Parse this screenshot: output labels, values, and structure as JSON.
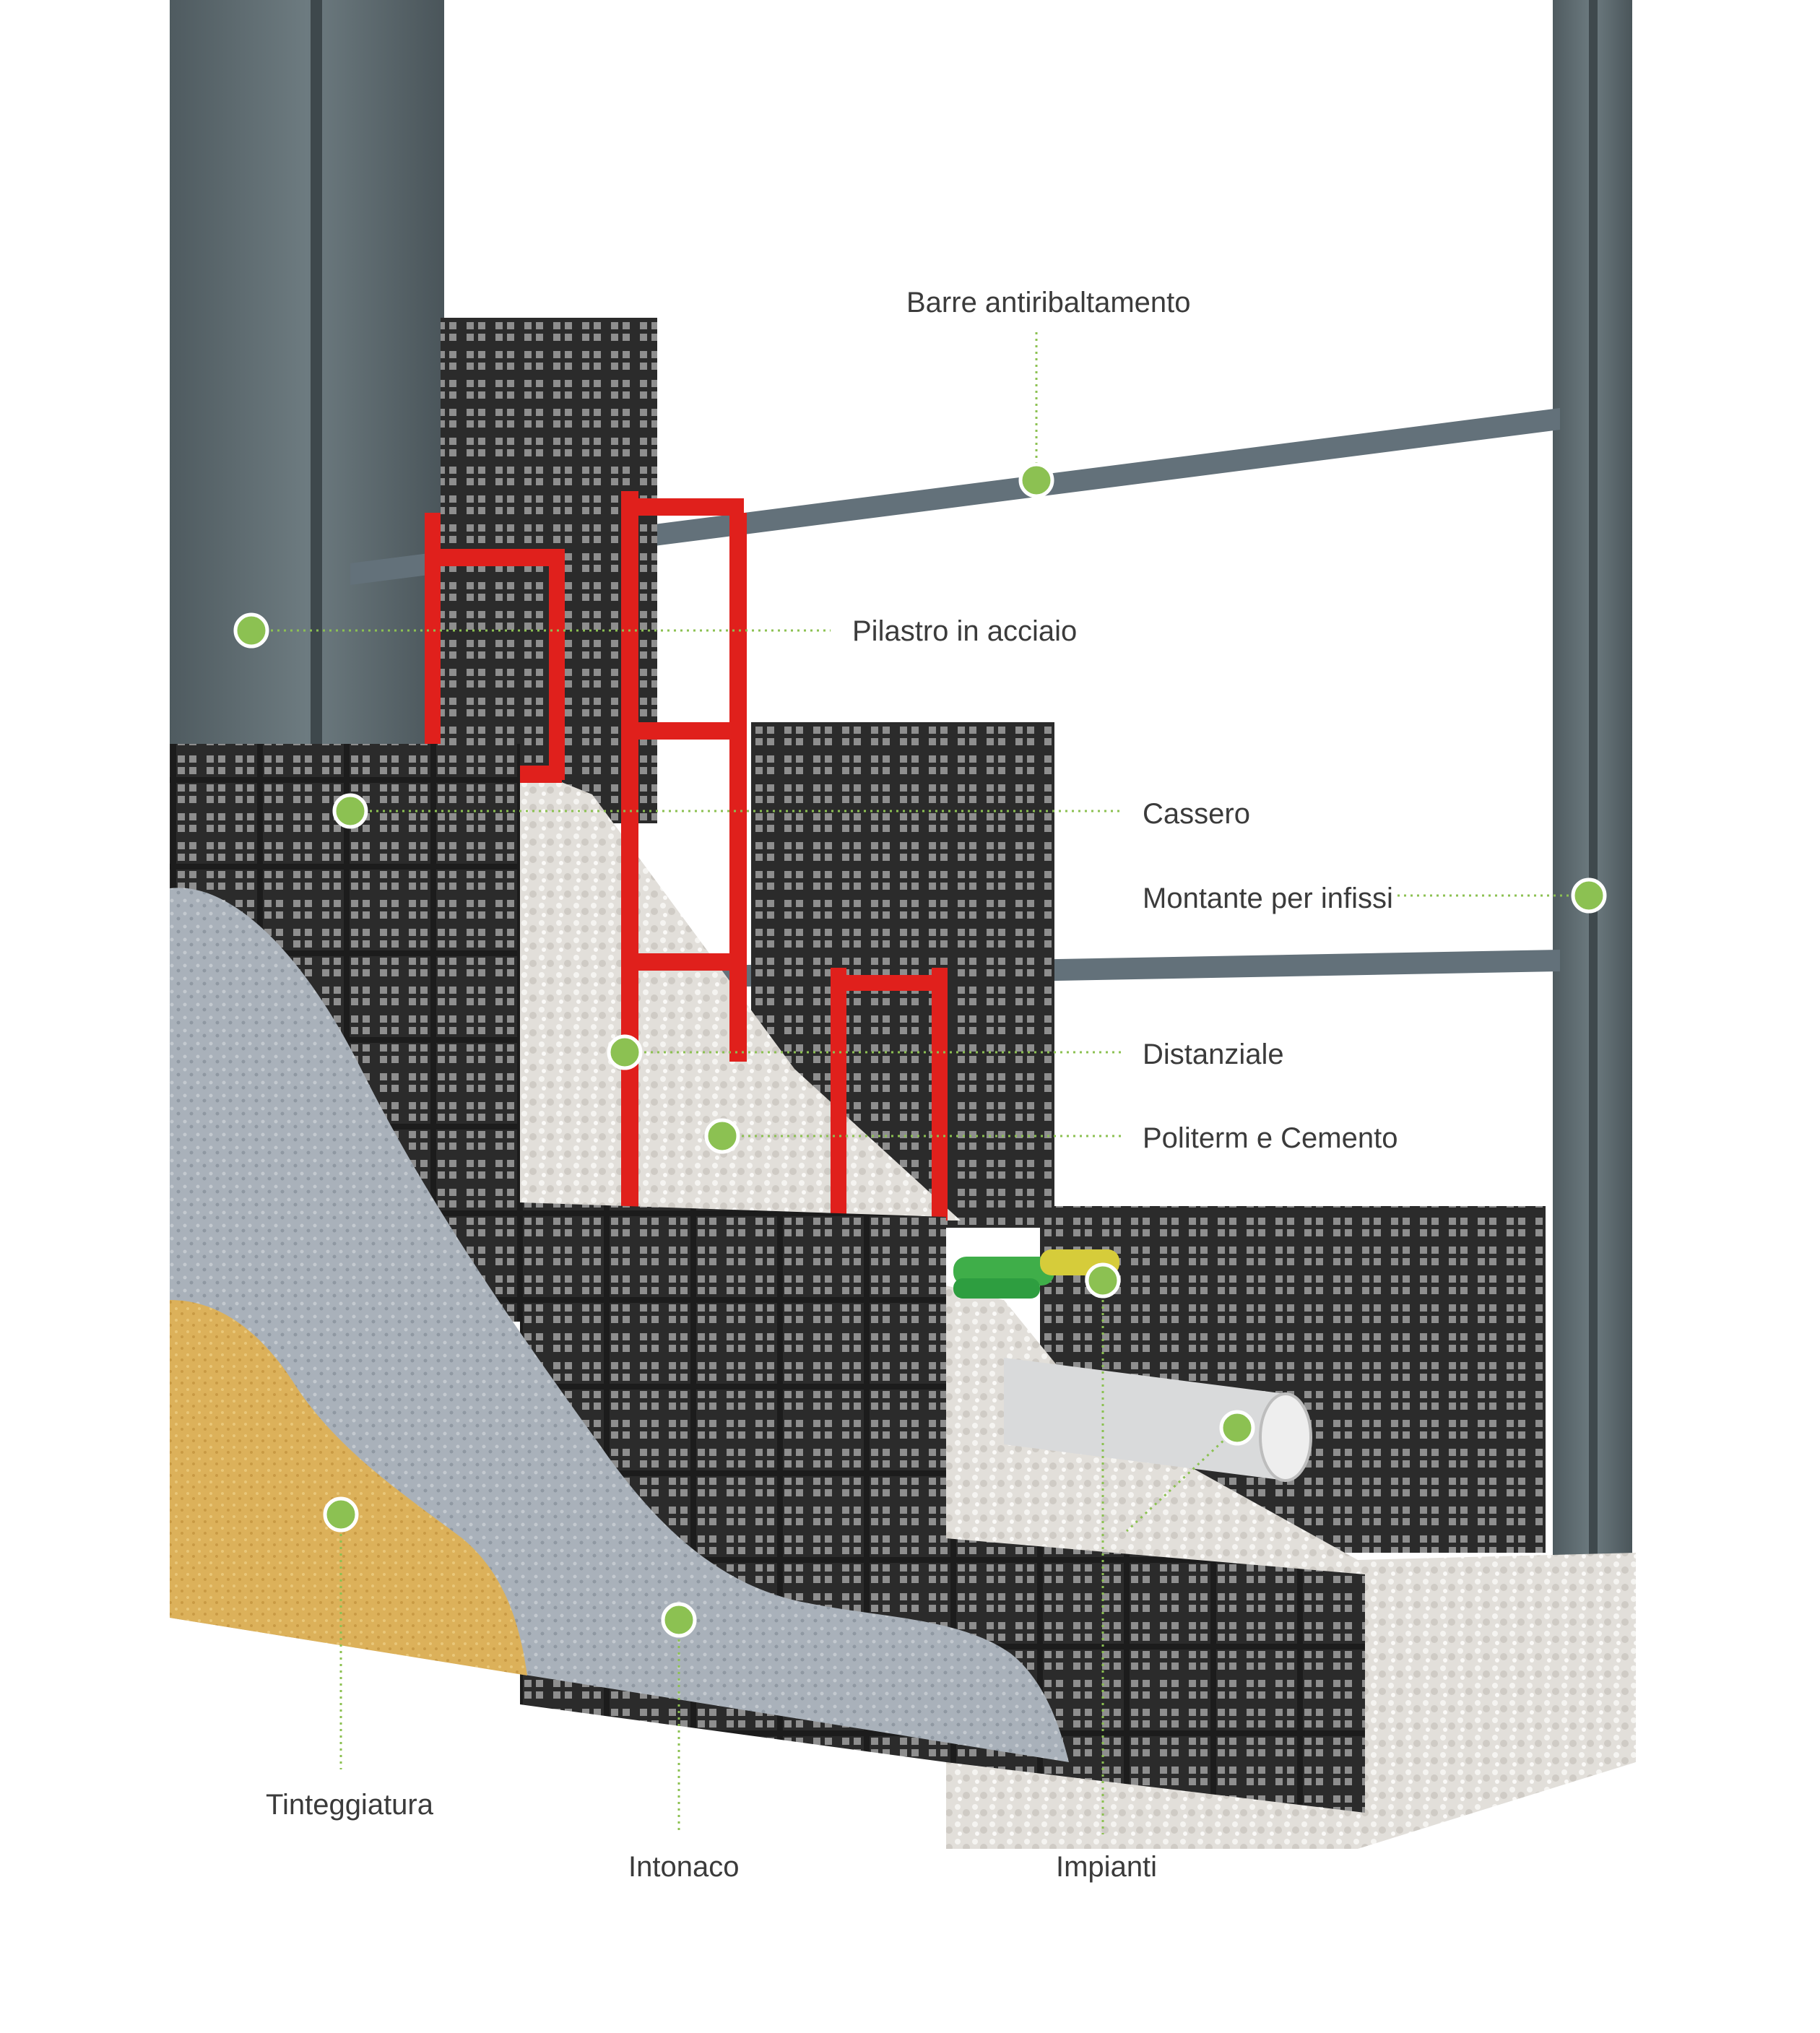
{
  "colors": {
    "accent": "#8cc152",
    "accent_border": "#ffffff",
    "steel": "#5d6b70",
    "formwork": "#2b2b2b",
    "spacer": "#e0201c",
    "fill": "#d9d6d1",
    "plaster": "#a9b1ba",
    "paint": "#dcb15a",
    "text": "#3b3b3b"
  },
  "labels": {
    "barre": "Barre antiribaltamento",
    "pilastro": "Pilastro in acciaio",
    "cassero": "Cassero",
    "montante": "Montante per infissi",
    "distanziale": "Distanziale",
    "politerm": "Politerm e Cemento",
    "tinteggiatura": "Tinteggiatura",
    "intonaco": "Intonaco",
    "impianti": "Impianti"
  }
}
